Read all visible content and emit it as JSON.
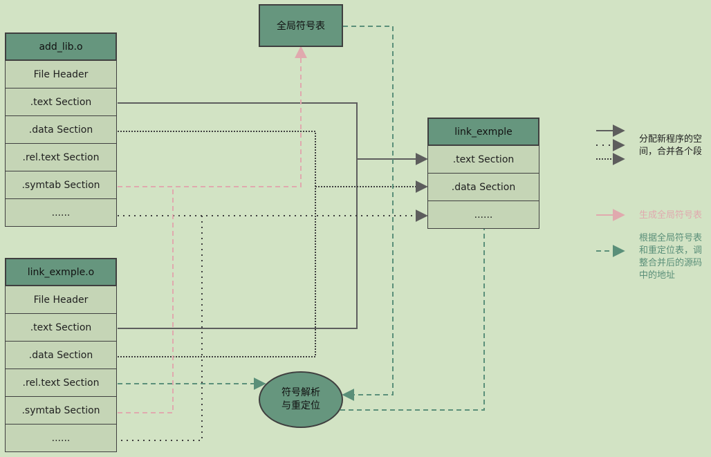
{
  "add_lib": {
    "title": "add_lib.o",
    "sections": [
      "File Header",
      ".text Section",
      ".data Section",
      ".rel.text Section",
      ".symtab Section",
      "......"
    ]
  },
  "link_exmple_o": {
    "title": "link_exmple.o",
    "sections": [
      "File Header",
      ".text Section",
      ".data Section",
      ".rel.text Section",
      ".symtab Section",
      "......"
    ]
  },
  "output": {
    "title": "link_exmple",
    "sections": [
      ".text Section",
      ".data Section",
      "......"
    ]
  },
  "global_symbol_table": {
    "label": "全局符号表"
  },
  "resolve": {
    "line1": "符号解析",
    "line2": "与重定位"
  },
  "legend": {
    "group1": {
      "line1": "分配新程序的空",
      "line2": "间，合并各个段",
      "color": "#4a4a4a"
    },
    "pink": {
      "label": "生成全局符号表",
      "color": "#e0a9ae"
    },
    "green": {
      "line1": "根据全局符号表",
      "line2": "和重定位表，调",
      "line3": "整合并后的源码",
      "line4": "中的地址",
      "color": "#5a8f79"
    }
  },
  "colors": {
    "background": "#d2e3c4",
    "cell": "#c5d5b6",
    "header": "#66967e",
    "gray_line": "#5d5d5d",
    "pink_line": "#e0a9ae",
    "green_line": "#5a8f79"
  }
}
